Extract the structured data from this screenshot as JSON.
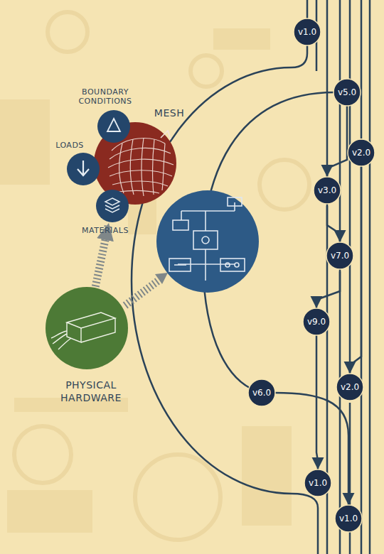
{
  "diagram": {
    "nodes": [
      {
        "text": [
          "BOUNDARY CONDITIONS"
        ]
      },
      {
        "text": [
          "MESH"
        ]
      },
      {
        "text": [
          "LOADS"
        ]
      },
      {
        "text": [
          "MATERIALS"
        ]
      },
      {
        "text": [
          "PHYSICAL HARDWARE"
        ]
      },
      {
        "text": [
          "v1.0"
        ]
      },
      {
        "text": [
          "v5.0"
        ]
      },
      {
        "text": [
          "v2.0"
        ]
      },
      {
        "text": [
          "v3.0"
        ]
      },
      {
        "text": [
          "v7.0"
        ]
      },
      {
        "text": [
          "v9.0"
        ]
      },
      {
        "text": [
          "v2.0"
        ]
      },
      {
        "text": [
          "v6.0"
        ]
      },
      {
        "text": [
          "v1.0"
        ]
      },
      {
        "text": [
          "v1.0"
        ]
      }
    ],
    "edges": [
      {
        "from": 4,
        "to": 3,
        "arrow": "to"
      },
      {
        "from": 6,
        "to": 8,
        "arrow": "to"
      },
      {
        "from": 8,
        "to": 9,
        "arrow": "to"
      },
      {
        "from": 9,
        "to": 10,
        "arrow": "to"
      },
      {
        "from": 7,
        "to": 11,
        "arrow": "to"
      },
      {
        "from": 10,
        "to": 13,
        "arrow": "to"
      },
      {
        "from": 12,
        "to": 14,
        "arrow": "to"
      }
    ]
  }
}
